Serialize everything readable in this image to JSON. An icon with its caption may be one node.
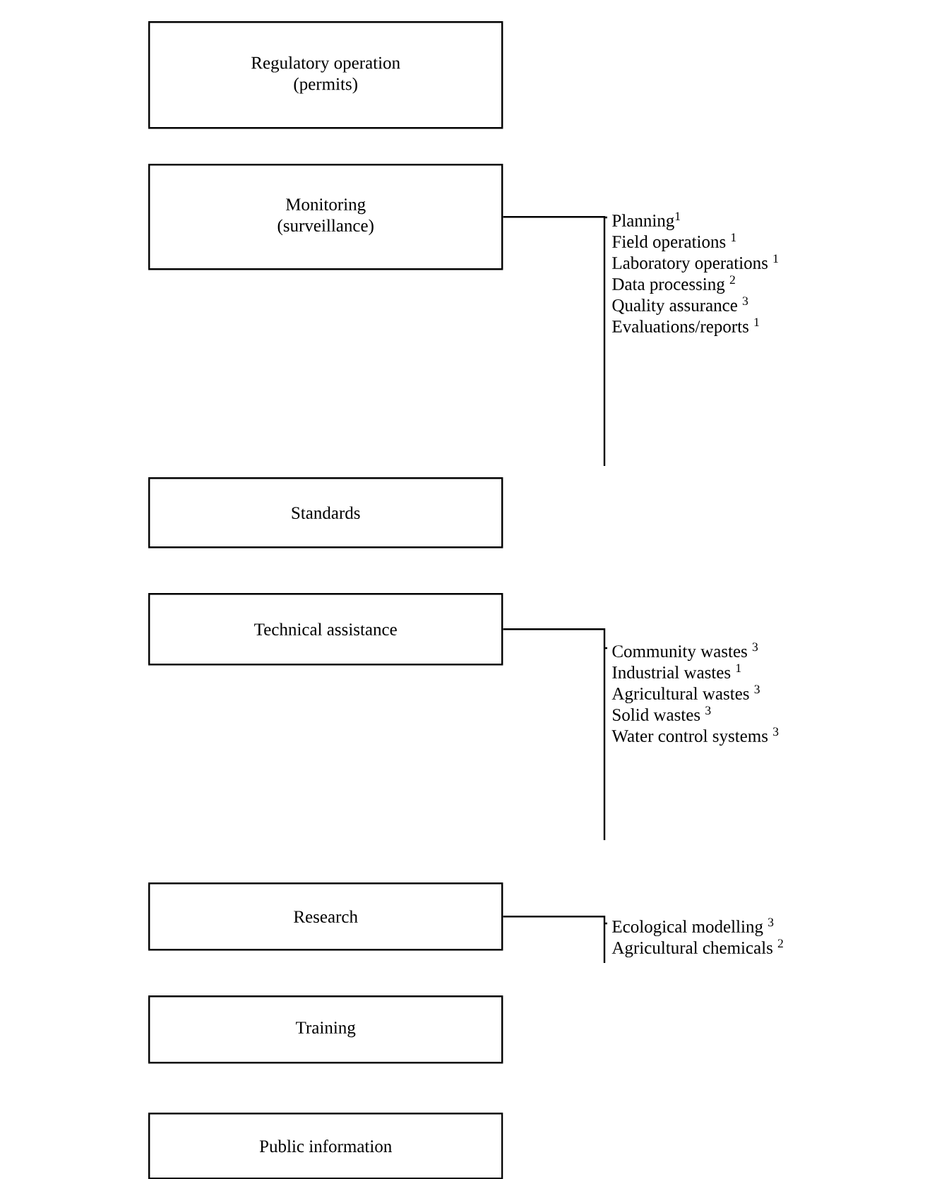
{
  "diagram": {
    "nodes": [
      {
        "text": [
          "Regulatory operation (permits)"
        ]
      },
      {
        "text": [
          "Monitoring (surveillance)"
        ]
      },
      {
        "text": [
          "Planning$^{1}$",
          "Field operations $^{1}$",
          "Laboratory operations $^{1}$",
          "Data processing $^{2}$",
          "Quality assurance $^{3}$",
          "Evaluations/reports $^{1}$"
        ]
      },
      {
        "text": [
          "Standards"
        ]
      },
      {
        "text": [
          "Technical assistance"
        ]
      },
      {
        "text": [
          "Community wastes $^{3}$",
          "Industrial wastes $^{1}$",
          "Agricultural wastes $^{3}$",
          "Solid wastes $^{3}$",
          "Water control systems $^{3}$"
        ]
      },
      {
        "text": [
          "Research"
        ]
      },
      {
        "text": [
          "Ecological modelling $^{3}$",
          "Agricultural chemicals $^{2}$"
        ]
      },
      {
        "text": [
          "Training"
        ]
      },
      {
        "text": [
          "Public information"
        ]
      }
    ],
    "edges": [
      {
        "from": 1,
        "to": 2,
        "arrow": "none"
      },
      {
        "from": 4,
        "to": 5,
        "arrow": "none"
      },
      {
        "from": 6,
        "to": 7,
        "arrow": "none"
      }
    ]
  }
}
